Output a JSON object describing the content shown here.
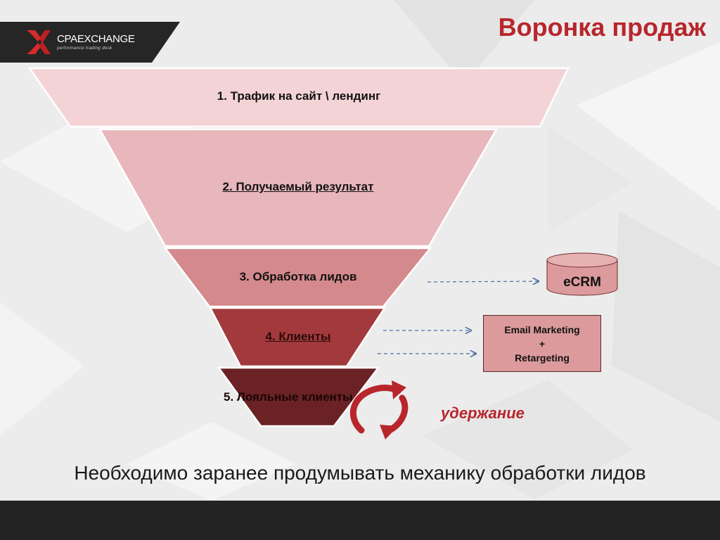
{
  "header": {
    "logo_text": "CPAEXCHANGE",
    "logo_tagline": "performance trading desk",
    "title": "Воронка продаж"
  },
  "funnel": {
    "stages": [
      {
        "label": "1. Трафик на сайт \\ лендинг",
        "fill": "#f3d3d6",
        "text_color": "#111111",
        "underline": false
      },
      {
        "label": "2. Получаемый результат",
        "fill": "#e8b7bb",
        "text_color": "#111111",
        "underline": true
      },
      {
        "label": "3. Обработка лидов",
        "fill": "#d4898c",
        "text_color": "#111111",
        "underline": false
      },
      {
        "label": "4. Клиенты",
        "fill": "#a23a3d",
        "text_color": "#2a0a0a",
        "underline": true
      },
      {
        "label": "5. Лояльные клиенты",
        "fill": "#6a2224",
        "text_color": "#1a0505",
        "underline": false
      }
    ]
  },
  "side": {
    "ecrm_label": "eCRM",
    "email_line1": "Email Marketing",
    "email_line2": "+",
    "email_line3": "Retargeting",
    "retention_label": "удержание"
  },
  "caption": "Необходимо заранее продумывать механику обработки лидов",
  "colors": {
    "accent": "#b8262c",
    "arrow": "#4a6fa5",
    "logo_bar": "#262626"
  }
}
